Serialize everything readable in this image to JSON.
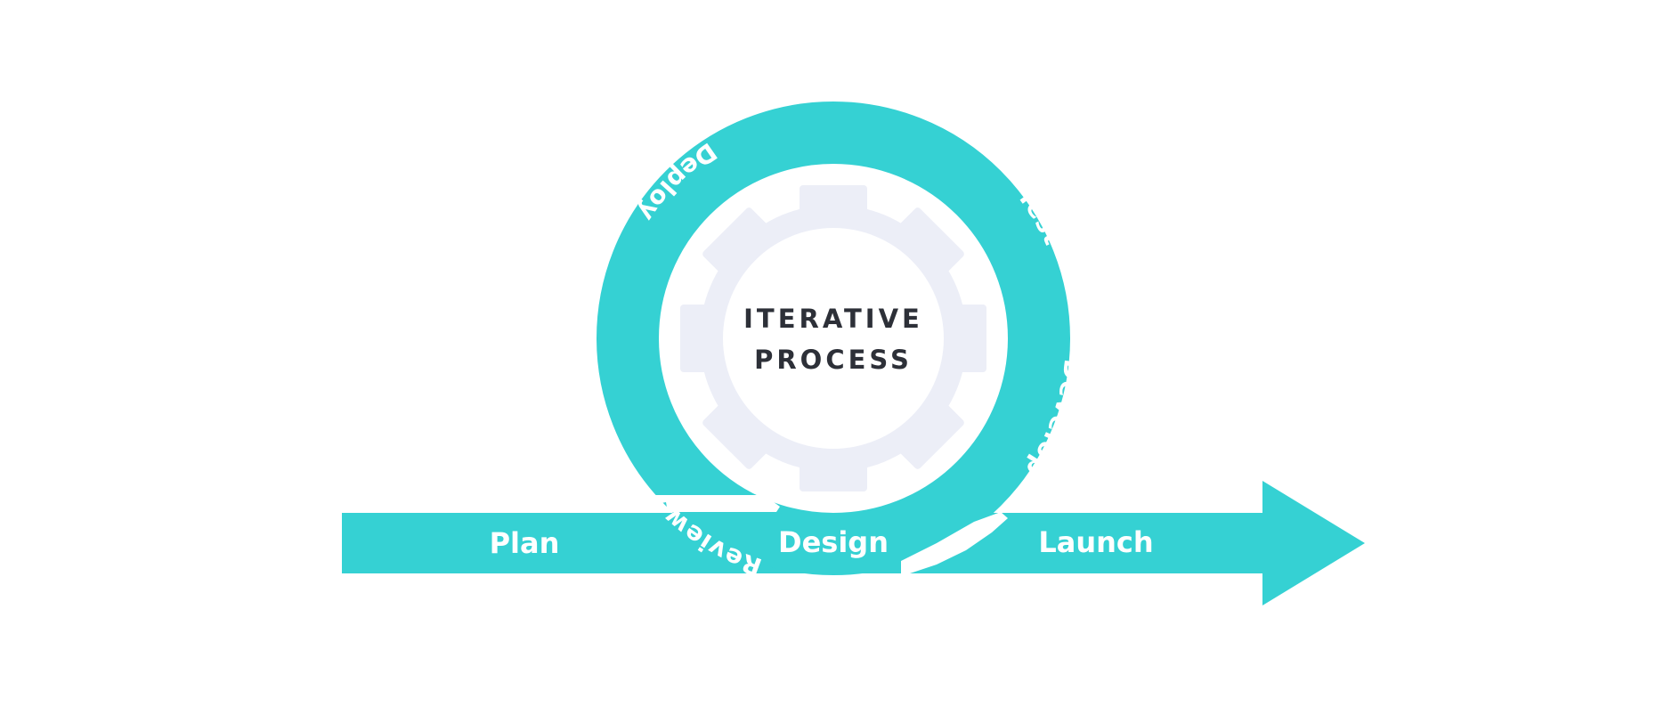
{
  "colors": {
    "accent": "#35d1d3",
    "gear": "#eceef7",
    "center_text": "#2d3038",
    "stage_text": "#ffffff",
    "background": "#ffffff"
  },
  "center": {
    "line1": "ITERATIVE",
    "line2": "PROCESS"
  },
  "stages": {
    "plan": "Plan",
    "design": "Design",
    "launch": "Launch"
  },
  "loop_stages": {
    "review": "Review",
    "deploy": "Deploy",
    "test": "Test",
    "develop": "Develop"
  },
  "icons": {
    "gear": "gear-icon",
    "arrow": "arrow-right-icon"
  }
}
